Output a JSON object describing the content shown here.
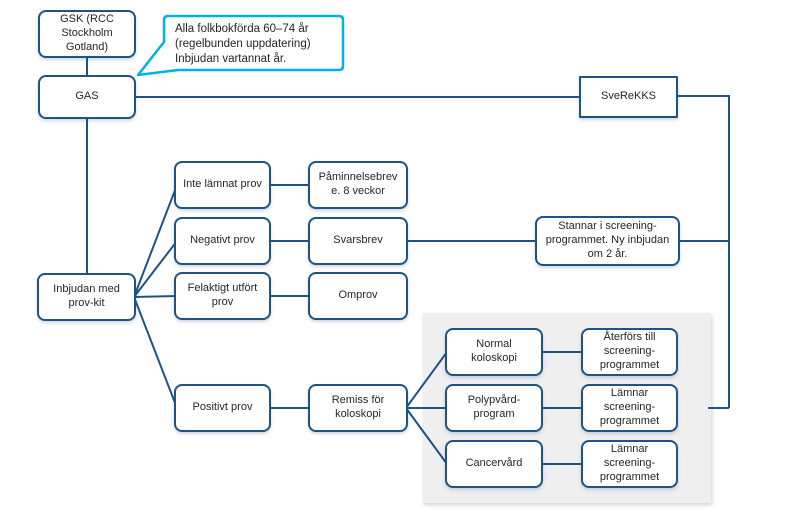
{
  "diagram": {
    "nodes": {
      "gsk": "GSK (RCC Stockholm Gotland)",
      "gas": "GAS",
      "sverekks": "SveReKKS",
      "inbjudan": "Inbjudan med prov-kit",
      "inte_lamnat": "Inte lämnat prov",
      "negativt": "Negativt prov",
      "felaktigt": "Felaktigt utfört prov",
      "positivt": "Positivt prov",
      "paminnelse": "Påminnelsebrev e. 8 veckor",
      "svarsbrev": "Svarsbrev",
      "omprov": "Omprov",
      "remiss": "Remiss för koloskopi",
      "stannar": "Stannar i screening-programmet. Ny inbjudan om 2 år.",
      "normal_koloskopi": "Normal koloskopi",
      "aterfors": "Återförs till screening-programmet",
      "polypvard": "Polypvård-program",
      "lamnar_polyp": "Lämnar screening-programmet",
      "cancervard": "Cancervård",
      "lamnar_cancer": "Lämnar screening-programmet"
    },
    "callout": {
      "lines": [
        "Alla folkbokförda 60–74 år",
        "(regelbunden uppdatering)",
        "Inbjudan vartannat år."
      ]
    },
    "colors": {
      "box_border": "#1f5382",
      "connector_line": "#1f5382",
      "callout_border": "#00b0f0",
      "text": "#262626",
      "panel_background": "#efeff0"
    }
  }
}
